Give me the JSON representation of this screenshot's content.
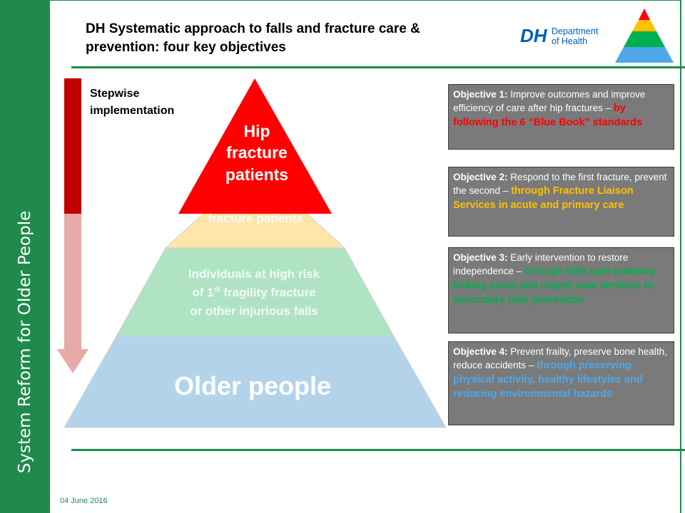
{
  "sidebar": {
    "label": "System Reform for Older People"
  },
  "header": {
    "title": "DH Systematic approach to falls and fracture care & prevention: four key objectives",
    "logo": {
      "mark": "DH",
      "line1": "Department",
      "line2": "of Health"
    }
  },
  "stepwise": {
    "line1": "Stepwise",
    "line2": "implementation"
  },
  "pyramid": {
    "tiers": [
      {
        "lines": [
          "Hip",
          "fracture",
          "patients"
        ],
        "color": "#ff0000",
        "text_color": "#ffffff"
      },
      {
        "lines": [
          "fracture patients"
        ],
        "color": "#ffe6a8",
        "text_color": "#ffffff"
      },
      {
        "lines": [
          "Individuals at high risk",
          "of 1",
          "st",
          " fragility fracture",
          "or other injurious falls"
        ],
        "color": "#b0e3c4",
        "text_color": "#f2fbf5"
      },
      {
        "lines": [
          "Older people"
        ],
        "color": "#b3d3eb",
        "text_color": "#ffffff"
      }
    ]
  },
  "objectives": [
    {
      "label": "Objective 1:",
      "text": " Improve outcomes and improve efficiency of care after hip fractures – ",
      "highlight": "by following the 6 “Blue Book” standards",
      "highlight_color": "#ff0000"
    },
    {
      "label": "Objective 2:",
      "text": " Respond to the first fracture, prevent the second – ",
      "highlight": "through Fracture Liaison Services in acute and primary care",
      "highlight_color": "#ffc000"
    },
    {
      "label": "Objective 3:",
      "text": " Early intervention to restore independence – ",
      "highlight": "through falls care pathway linking acute and urgent care services to secondary falls prevention",
      "highlight_color": "#00b050"
    },
    {
      "label": "Objective 4:",
      "text": " Prevent frailty, preserve bone health, reduce accidents – ",
      "highlight": "through preserving physical activity, healthy lifestyles and reducing environmental hazards",
      "highlight_color": "#4fa8e8"
    }
  ],
  "footer": {
    "date": "04 June 2016"
  }
}
